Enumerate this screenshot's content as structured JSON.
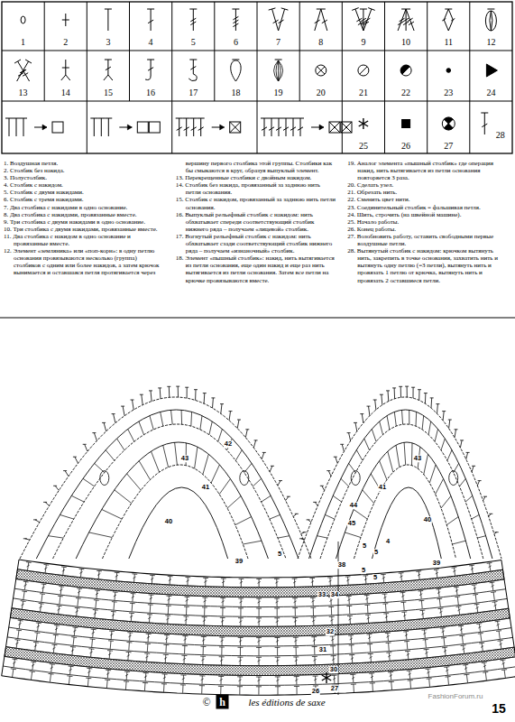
{
  "diagram": {
    "labels": [
      "1",
      "2",
      "3",
      "4",
      "5",
      "6",
      "7",
      "8",
      "9",
      "10",
      "11",
      "12",
      "13",
      "14",
      "15",
      "16",
      "17",
      "18",
      "19",
      "20",
      "21",
      "22",
      "23",
      "24",
      "25",
      "26",
      "27",
      "28",
      "43",
      "42",
      "41",
      "40",
      "39",
      "5",
      "43",
      "41",
      "44",
      "45",
      "40",
      "5",
      "5",
      "4",
      "5",
      "5",
      "39",
      "38",
      "33",
      "34",
      "32",
      "31",
      "30",
      "27",
      "26",
      "©",
      "h",
      "les éditions de saxe",
      "FashionForum.ru",
      "15"
    ],
    "legend": [
      {
        "text": "1. Воздушная петля."
      },
      {
        "text": "2. Столбик без накида."
      },
      {
        "text": "3. Полустолбик."
      },
      {
        "text": "4. Столбик с накидом."
      },
      {
        "text": "5. Столбик с двумя накидами."
      },
      {
        "text": "6. Столбик с тремя накидами."
      },
      {
        "text": "7. Два столбика с накидами в одно основание."
      },
      {
        "text": "8. Два столбика с накидами, провязанные вместе."
      },
      {
        "text": "9. Три столбика с двумя накидами в одно основание."
      },
      {
        "text": "10. Три столбика с двумя накидами, провязанные вместе."
      },
      {
        "text": "11. Два столбика с накидом в одно основание и провязанные вместе."
      },
      {
        "text": "12. Элемент «земляника» или «поп-корн»: в одну петлю основания провязываются несколько (группа) столбиков с одним или более накидов, а затем крючок вынимается и оставшаяся петля протягивается через вершину первого столбика этой группы. Столбики как бы смыкаются в круг, образуя выпуклый элемент."
      },
      {
        "text": "13. Перекрещенные столбики с двойным накидом."
      },
      {
        "text": "14. Столбик без накида, провязанный за заднюю нить петли основания."
      },
      {
        "text": "15. Столбик с накидом, провязанный за заднюю нить петли основания."
      },
      {
        "text": "16. Выпуклый рельефный столбик с накидом: нить обхватывает спереди соответствующий столбик нижнего ряда – получаем «лицевой» столбик."
      },
      {
        "text": "17. Вогнутый рельефный столбик с накидом: нить обхватывает сзади соответствующий столбик нижнего ряда – получаем «изнаночный» столбик."
      },
      {
        "text": "18. Элемент «пышный столбик»: накид, нить вытягивается из петли основания, еще один накид и еще раз нить вытягивается из петли основания. Затем все петли на крючке провязываются вместе."
      },
      {
        "text": "19. Аналог элемента «пышный столбик» где операция накид, нить вытягивается из петли основания повторяется 3 раза."
      },
      {
        "text": "20. Сделать узел."
      },
      {
        "text": "21. Обрезать нить."
      },
      {
        "text": "22. Сменить цвет нити."
      },
      {
        "text": "23. Соединительный столбик = фальшивая петля."
      },
      {
        "text": "24. Шить, строчить (на швейной машине)."
      },
      {
        "text": "25. Начало работы."
      },
      {
        "text": "26. Конец работы."
      },
      {
        "text": "27. Возобновить работу, оставить свободными первые воздушные петли."
      },
      {
        "text": "28. Вытянутый столбик с накидом: крючком вытянуть нить, закрепить в точке основания, захватить нить и вытянуть одну петлю (=3 петли), вытянуть нить и провязать 1 петлю от крючка, вытянуть нить и провязать 2 оставшиеся петли."
      }
    ]
  }
}
